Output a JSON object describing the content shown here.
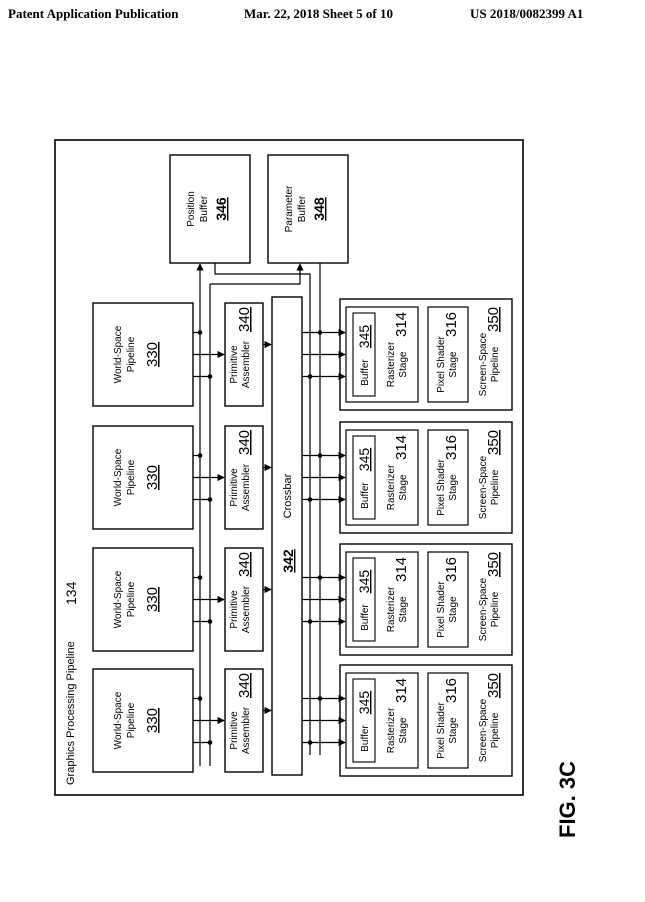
{
  "header": {
    "publication": "Patent Application Publication",
    "date_sheet": "Mar. 22, 2018  Sheet 5 of 10",
    "patent_number": "US 2018/0082399 A1"
  },
  "figure_label": "FIG. 3C",
  "pipeline": {
    "title": "Graphics Processing Pipeline",
    "ref": "134"
  },
  "position_buffer": {
    "line1": "Position",
    "line2": "Buffer",
    "ref": "346"
  },
  "parameter_buffer": {
    "line1": "Parameter",
    "line2": "Buffer",
    "ref": "348"
  },
  "crossbar": {
    "label": "Crossbar",
    "ref": "342"
  },
  "world_space": [
    {
      "line1": "World-Space",
      "line2": "Pipeline",
      "ref": "330"
    },
    {
      "line1": "World-Space",
      "line2": "Pipeline",
      "ref": "330"
    },
    {
      "line1": "World-Space",
      "line2": "Pipeline",
      "ref": "330"
    },
    {
      "line1": "World-Space",
      "line2": "Pipeline",
      "ref": "330"
    }
  ],
  "primitive_assembler": [
    {
      "line1": "Primitive",
      "line2": "Assembler",
      "ref": "340"
    },
    {
      "line1": "Primitive",
      "line2": "Assembler",
      "ref": "340"
    },
    {
      "line1": "Primitive",
      "line2": "Assembler",
      "ref": "340"
    },
    {
      "line1": "Primitive",
      "line2": "Assembler",
      "ref": "340"
    }
  ],
  "screen_space": [
    {
      "buffer": "Buffer",
      "buffer_ref": "345",
      "rast_line1": "Rasterizer",
      "rast_line2": "Stage",
      "rast_ref": "314",
      "ps_line1": "Pixel Shader",
      "ps_line2": "Stage",
      "ps_ref": "316",
      "ss_line1": "Screen-Space",
      "ss_line2": "Pipeline",
      "ss_ref": "350"
    },
    {
      "buffer": "Buffer",
      "buffer_ref": "345",
      "rast_line1": "Rasterizer",
      "rast_line2": "Stage",
      "rast_ref": "314",
      "ps_line1": "Pixel Shader",
      "ps_line2": "Stage",
      "ps_ref": "316",
      "ss_line1": "Screen-Space",
      "ss_line2": "Pipeline",
      "ss_ref": "350"
    },
    {
      "buffer": "Buffer",
      "buffer_ref": "345",
      "rast_line1": "Rasterizer",
      "rast_line2": "Stage",
      "rast_ref": "314",
      "ps_line1": "Pixel Shader",
      "ps_line2": "Stage",
      "ps_ref": "316",
      "ss_line1": "Screen-Space",
      "ss_line2": "Pipeline",
      "ss_ref": "350"
    },
    {
      "buffer": "Buffer",
      "buffer_ref": "345",
      "rast_line1": "Rasterizer",
      "rast_line2": "Stage",
      "rast_ref": "314",
      "ps_line1": "Pixel Shader",
      "ps_line2": "Stage",
      "ps_ref": "316",
      "ss_line1": "Screen-Space",
      "ss_line2": "Pipeline",
      "ss_ref": "350"
    }
  ]
}
